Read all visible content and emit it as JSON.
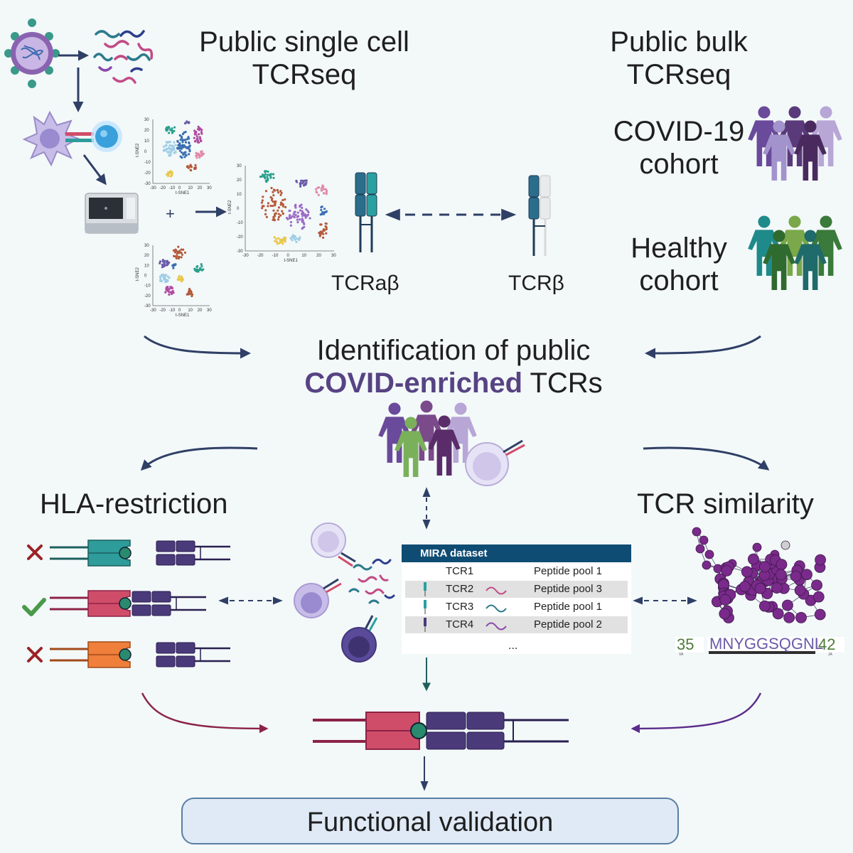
{
  "titles": {
    "single_cell": "Public single cell\nTCRseq",
    "bulk": "Public bulk\nTCRseq",
    "covid_cohort": "COVID-19\ncohort",
    "healthy_cohort": "Healthy\ncohort",
    "tcr_ab": "TCRaβ",
    "tcr_b": "TCRβ",
    "identification_line1": "Identification of public",
    "identification_highlight": "COVID-enriched",
    "identification_tail": " TCRs",
    "hla_restriction": "HLA-restriction",
    "tcr_similarity": "TCR similarity",
    "functional_validation": "Functional validation"
  },
  "tsne": {
    "xlabel": "t-SNE1",
    "ylabel": "t-SNE2",
    "xticks": [
      "-30",
      "-20",
      "-10",
      "0",
      "10",
      "20",
      "30"
    ],
    "yticks": [
      "30",
      "20",
      "10",
      "0",
      "-10",
      "-20",
      "-30"
    ]
  },
  "mira": {
    "header": "MIRA dataset",
    "rows": [
      {
        "tcr": "TCR1",
        "peptide": "Peptide pool 1"
      },
      {
        "tcr": "TCR2",
        "peptide": "Peptide pool 3"
      },
      {
        "tcr": "TCR3",
        "peptide": "Peptide pool 1"
      },
      {
        "tcr": "TCR4",
        "peptide": "Peptide pool 2"
      }
    ],
    "more": "..."
  },
  "motif": {
    "start": "35",
    "end": "42",
    "sequence": "MNYGGSQGNL",
    "left_tag": "VA",
    "right_tag": "JA"
  },
  "icons": [
    "virus-icon",
    "peptide-icon",
    "dendritic-cell-icon",
    "t-cell-icon",
    "sequencer-icon",
    "tsne-plot-icon",
    "tcr-receptor-icon",
    "people-icon",
    "network-graph-icon",
    "check-icon",
    "cross-icon"
  ],
  "colors": {
    "arrow": "#2f3f66",
    "purple": "#574383",
    "hla_red": "#d04d6a",
    "hla_teal": "#2d9c9a",
    "hla_orange": "#ef7f3a",
    "tcr_dark": "#4b3a7a",
    "check_green": "#4a9a4a",
    "cross_red": "#9b2226"
  }
}
